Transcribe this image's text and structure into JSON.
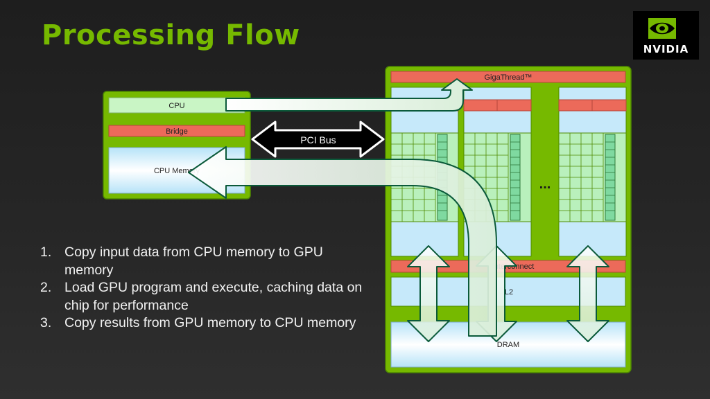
{
  "title": "Processing Flow",
  "logo": {
    "text": "NVIDIA",
    "icon": "nvidia-eye-logo-icon"
  },
  "diagram": {
    "host": {
      "cpu": "CPU",
      "bridge": "Bridge",
      "cpu_memory": "CPU Memory"
    },
    "pci_bus": "PCI Bus",
    "gpu": {
      "gigathread": "GigaThread™",
      "interconnect": "Interconnect",
      "l2": "L2",
      "dram": "DRAM",
      "ellipsis": "..."
    }
  },
  "steps": [
    {
      "num": "1.",
      "text": "Copy input data from CPU memory to GPU memory"
    },
    {
      "num": "2.",
      "text": "Load GPU program and execute, caching data on chip for performance"
    },
    {
      "num": "3.",
      "text": "Copy results from GPU memory to CPU memory"
    }
  ],
  "colors": {
    "title": "#76b900",
    "panel_green": "#76b900",
    "light_green": "#c9f5c5",
    "red_bar": "#ec6a5a",
    "light_blue": "#c6e9fa"
  }
}
